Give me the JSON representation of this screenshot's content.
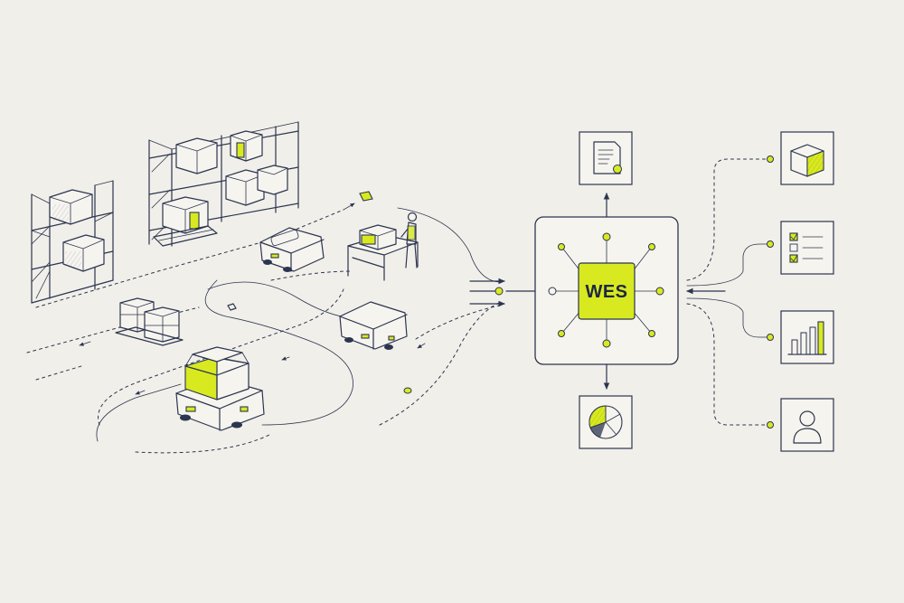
{
  "wes_hub": {
    "label": "WES"
  },
  "palette": {
    "background": "#f1efe9",
    "ink": "#2b3550",
    "accent": "#d8ea1f"
  },
  "outputs_top": {
    "icon": "document-icon"
  },
  "outputs_bottom": {
    "icon": "pie-chart-icon"
  },
  "systems": [
    {
      "icon": "box-icon"
    },
    {
      "icon": "checklist-icon"
    },
    {
      "icon": "bar-chart-icon"
    },
    {
      "icon": "user-icon"
    }
  ],
  "warehouse": {
    "racks": 2,
    "robots": 3,
    "workstations": 1
  }
}
